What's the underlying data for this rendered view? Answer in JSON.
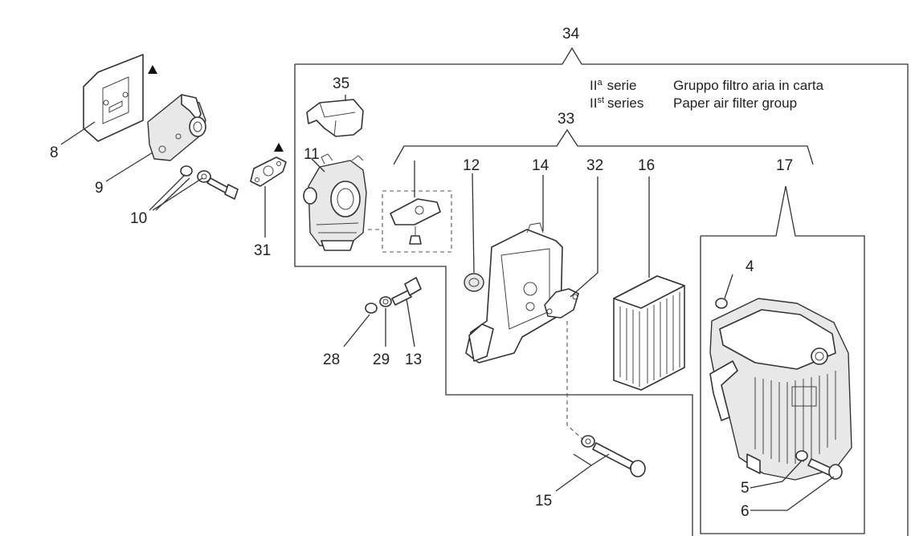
{
  "diagram": {
    "callouts": {
      "c4": "4",
      "c5": "5",
      "c6": "6",
      "c8": "8",
      "c9": "9",
      "c10": "10",
      "c11": "11",
      "c12": "12",
      "c13": "13",
      "c14": "14",
      "c15": "15",
      "c16": "16",
      "c17": "17",
      "c28": "28",
      "c29": "29",
      "c31": "31",
      "c32": "32",
      "c33": "33",
      "c34": "34",
      "c35": "35"
    },
    "note": {
      "series_it_base": "II",
      "series_it_sup": "a",
      "series_it_word": "serie",
      "series_en_base": "II",
      "series_en_sup": "st",
      "series_en_word": "series",
      "group_it": "Gruppo filtro aria in carta",
      "group_en": "Paper air filter group"
    }
  }
}
